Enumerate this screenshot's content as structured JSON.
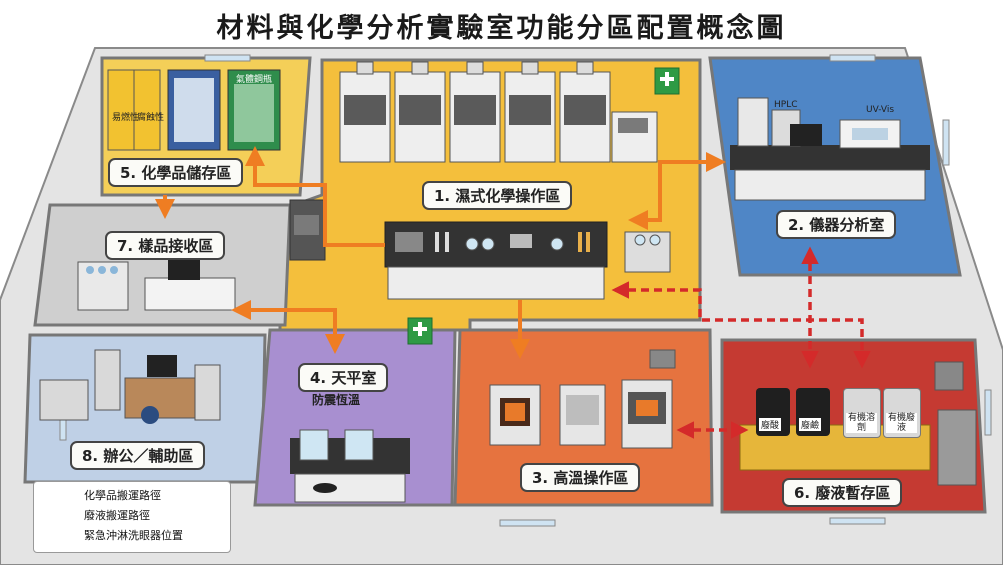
{
  "title": "材料與化學分析實驗室功能分區配置概念圖",
  "zones": {
    "wet_chem": {
      "label": "1. 濕式化學操作區"
    },
    "instrument": {
      "label": "2. 儀器分析室",
      "hplc": "HPLC",
      "uvvis": "UV-Vis"
    },
    "high_temp": {
      "label": "3. 高溫操作區"
    },
    "balance": {
      "label": "4. 天平室",
      "sub": "防震恆溫"
    },
    "chem_storage": {
      "label": "5. 化學品儲存區"
    },
    "waste": {
      "label": "6. 廢液暫存區",
      "barrels": [
        "廢酸",
        "廢鹼",
        "有機溶劑",
        "有機廢液"
      ]
    },
    "sample": {
      "label": "7. 樣品接收區"
    },
    "office": {
      "label": "8. 辦公／輔助區"
    }
  },
  "cabinets": {
    "flammable": "易燃性",
    "corrosive": "腐蝕性",
    "gas": "氣體鋼瓶"
  },
  "legend": {
    "chem_route": "化學品搬運路徑",
    "waste_route": "廢液搬運路徑",
    "eyewash": "緊急沖淋洗眼器位置"
  },
  "colors": {
    "chem_route": "#ef7d22",
    "waste_route": "#d42a2a",
    "eyewash": "#2e9a44",
    "wet_chem_floor": "#f4bf3c",
    "instrument_floor": "#4f86c6",
    "high_temp_floor": "#e6733f",
    "balance_floor": "#a88fd0",
    "waste_floor": "#c53a32",
    "storage_floor": "#f4cf58",
    "sample_floor": "#c9c9c9",
    "office_floor": "#bfd0e6"
  }
}
